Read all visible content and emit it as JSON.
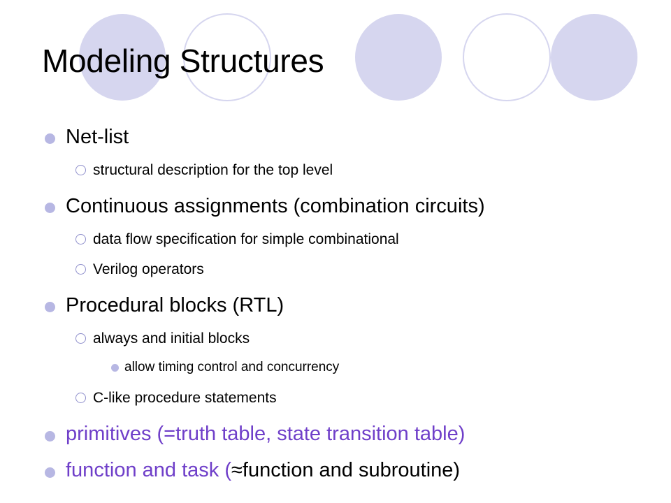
{
  "slide": {
    "title": "Modeling Structures",
    "colors": {
      "circle_fill": "#d6d6ef",
      "circle_ring": "#d6d6ef",
      "bullet": "#b7b7e3",
      "accent_text": "#6f3fc9"
    },
    "items": [
      {
        "label": "Net-list",
        "sub": [
          {
            "label": "structural description for the top level"
          }
        ]
      },
      {
        "label": "Continuous assignments (combination circuits)",
        "sub": [
          {
            "label": "data flow specification for simple combinational"
          },
          {
            "label": "Verilog operators"
          }
        ]
      },
      {
        "label": "Procedural blocks (RTL)",
        "sub": [
          {
            "label": "always and initial blocks",
            "sub": [
              {
                "label": "allow timing control and concurrency"
              }
            ]
          },
          {
            "label": "C-like procedure statements"
          }
        ]
      },
      {
        "label": "primitives (=truth table, state transition table)"
      },
      {
        "label_prefix": "function and task (",
        "approx_symbol": "≈",
        "label_suffix": "function and subroutine)"
      }
    ]
  }
}
